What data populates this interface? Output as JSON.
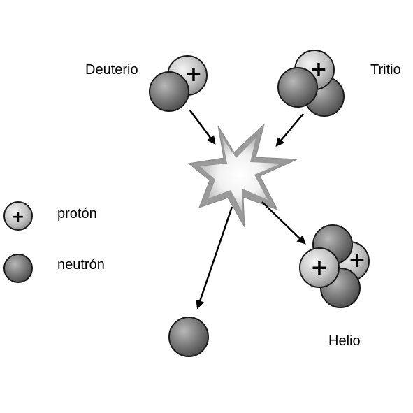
{
  "labels": {
    "deuterium": "Deuterio",
    "tritium": "Tritio",
    "helium": "Helio"
  },
  "legend": {
    "proton": "protón",
    "neutron": "neutrón"
  },
  "proton_sign": "+",
  "colors": {
    "proton": "#c4c4c4",
    "neutron": "#7a7a7a",
    "outline": "#1a1a1a",
    "flash_outer": "#9a9a9a",
    "flash_inner": "#ffffff",
    "arrow": "#000000"
  }
}
